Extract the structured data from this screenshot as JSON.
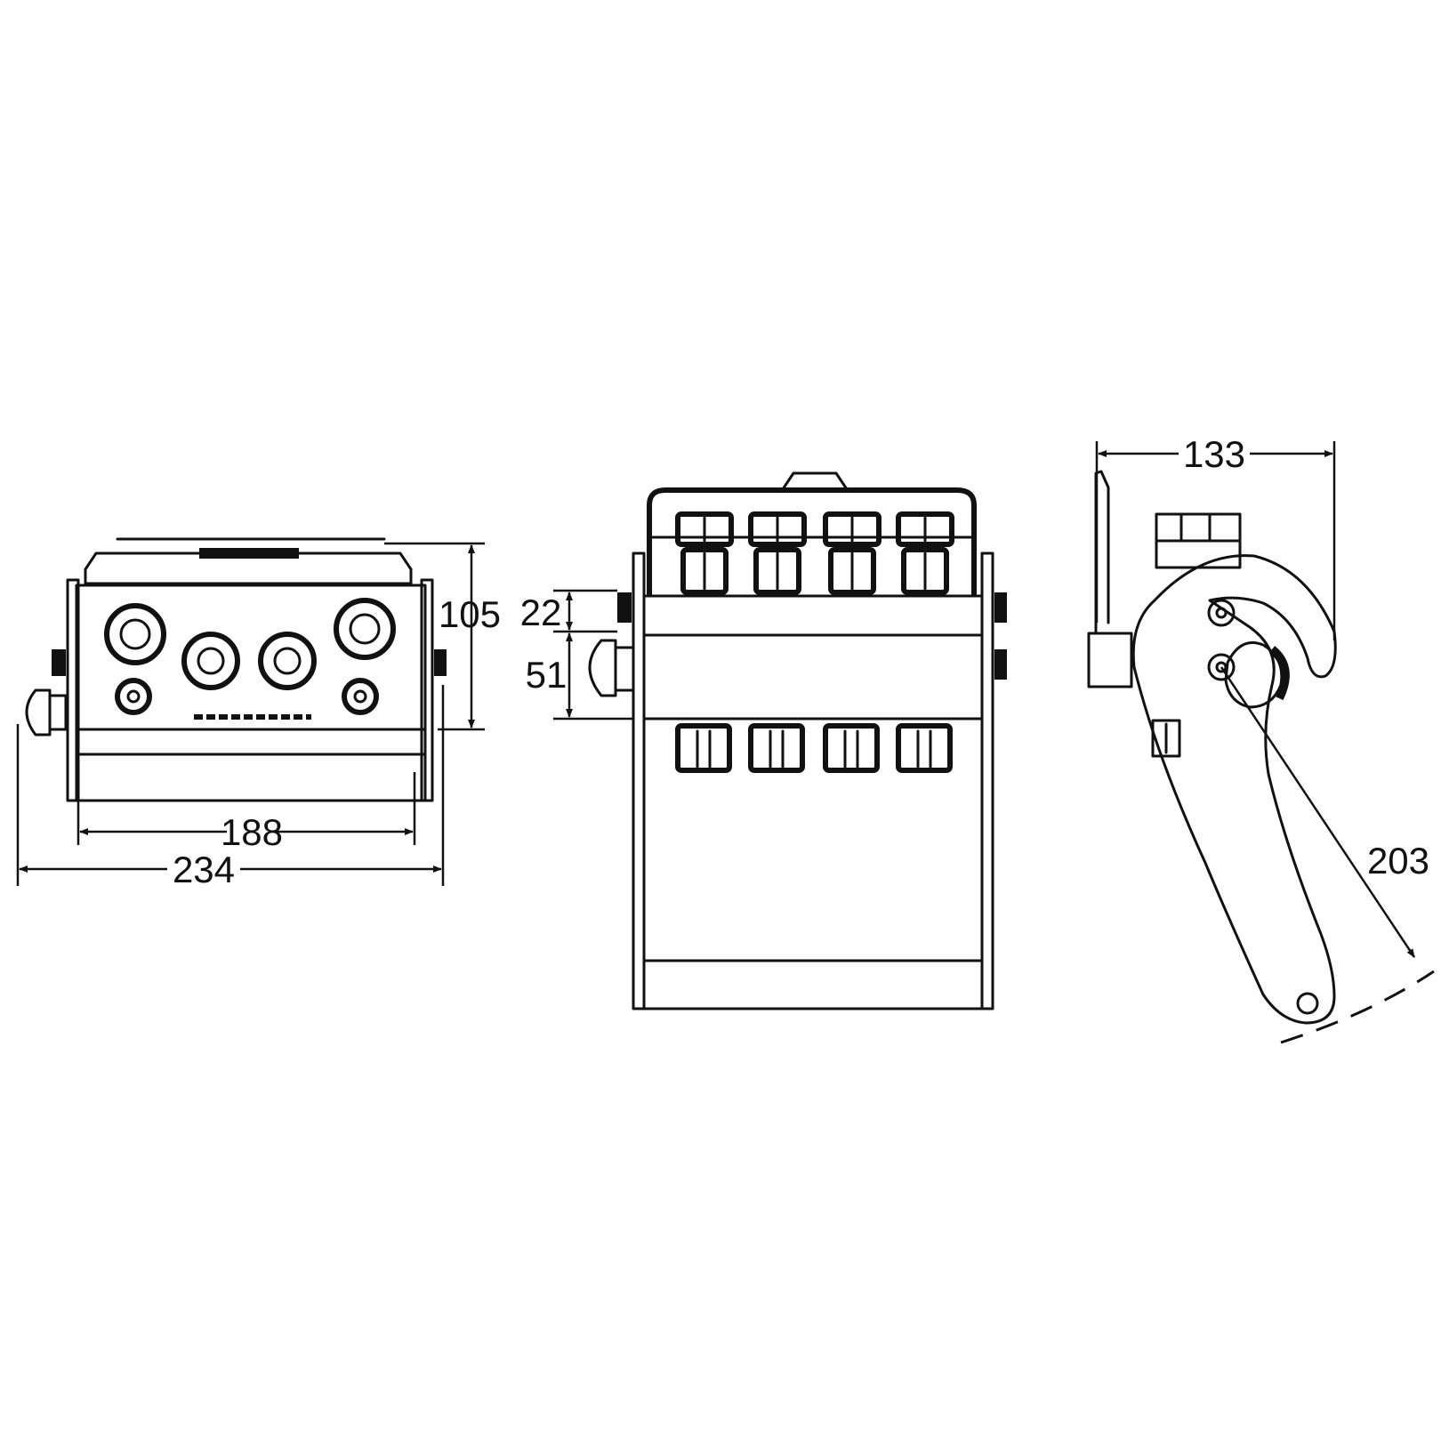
{
  "dimensions": {
    "front_inner_width": "188",
    "front_overall_width": "234",
    "front_height": "105",
    "side_top_offset": "22",
    "side_band_height": "51",
    "lever_depth": "133",
    "lever_radius": "203"
  },
  "colors": {
    "ink": "#111111",
    "background": "#ffffff"
  }
}
